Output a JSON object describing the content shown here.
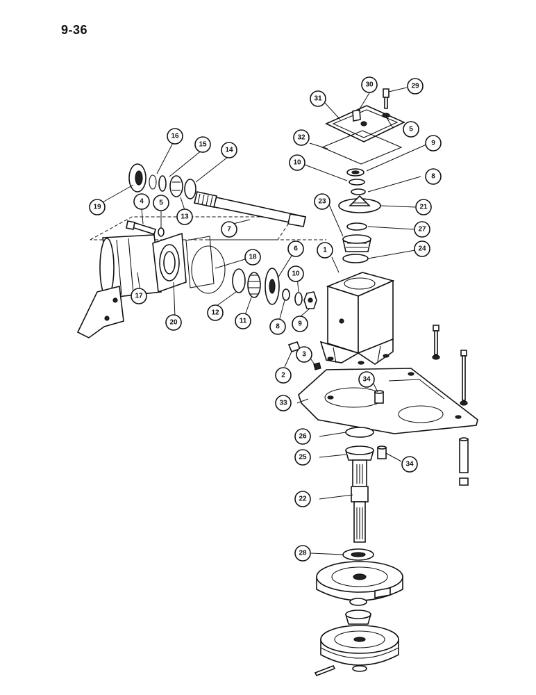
{
  "page": {
    "number": "9-36"
  },
  "callouts": [
    {
      "id": "c1",
      "label": "1"
    },
    {
      "id": "c2",
      "label": "2"
    },
    {
      "id": "c3",
      "label": "3"
    },
    {
      "id": "c4",
      "label": "4"
    },
    {
      "id": "c5a",
      "label": "5"
    },
    {
      "id": "c5b",
      "label": "5"
    },
    {
      "id": "c6",
      "label": "6"
    },
    {
      "id": "c7",
      "label": "7"
    },
    {
      "id": "c8a",
      "label": "8"
    },
    {
      "id": "c8b",
      "label": "8"
    },
    {
      "id": "c9a",
      "label": "9"
    },
    {
      "id": "c9b",
      "label": "9"
    },
    {
      "id": "c10a",
      "label": "10"
    },
    {
      "id": "c10b",
      "label": "10"
    },
    {
      "id": "c11",
      "label": "11"
    },
    {
      "id": "c12",
      "label": "12"
    },
    {
      "id": "c13",
      "label": "13"
    },
    {
      "id": "c14",
      "label": "14"
    },
    {
      "id": "c15",
      "label": "15"
    },
    {
      "id": "c16",
      "label": "16"
    },
    {
      "id": "c17",
      "label": "17"
    },
    {
      "id": "c18",
      "label": "18"
    },
    {
      "id": "c19",
      "label": "19"
    },
    {
      "id": "c20",
      "label": "20"
    },
    {
      "id": "c21",
      "label": "21"
    },
    {
      "id": "c22",
      "label": "22"
    },
    {
      "id": "c23",
      "label": "23"
    },
    {
      "id": "c24",
      "label": "24"
    },
    {
      "id": "c25",
      "label": "25"
    },
    {
      "id": "c26",
      "label": "26"
    },
    {
      "id": "c27",
      "label": "27"
    },
    {
      "id": "c28",
      "label": "28"
    },
    {
      "id": "c29",
      "label": "29"
    },
    {
      "id": "c30",
      "label": "30"
    },
    {
      "id": "c31",
      "label": "31"
    },
    {
      "id": "c32",
      "label": "32"
    },
    {
      "id": "c33",
      "label": "33"
    },
    {
      "id": "c34a",
      "label": "34"
    },
    {
      "id": "c34b",
      "label": "34"
    }
  ]
}
